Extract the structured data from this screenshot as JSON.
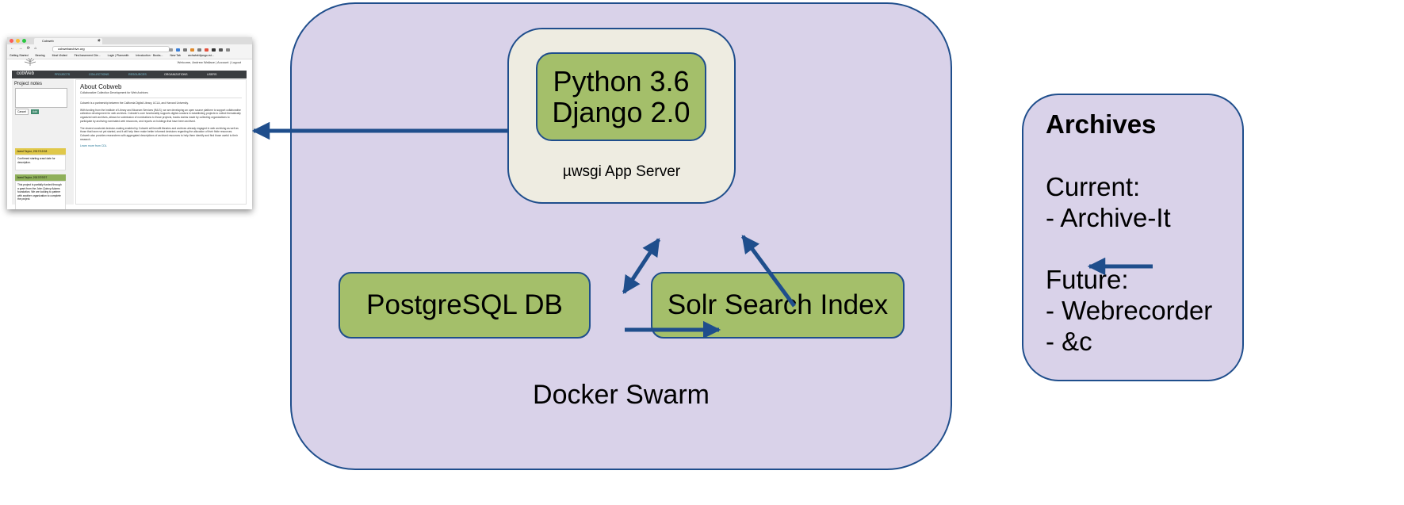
{
  "thumbnail": {
    "tab_title": "Cobweb",
    "url": "cobwebarchive.org",
    "bookmarks": [
      "Getting Started",
      "Bearing",
      "Most Visited",
      "Find basement Clie...",
      "Login | Plansmith",
      "Introduction · Books...",
      "New Tab",
      "archwbd/django-rst..."
    ],
    "welcome": "Welcome, Andrew Wallace  |  Account  |  Logout",
    "brand": "cobWeb",
    "nav_items": [
      "PROJECTS",
      "COLLECTIONS",
      "RESOURCES",
      "ORGANIZATIONS",
      "USERS"
    ],
    "project_notes_title": "Project notes",
    "cancel_label": "Cancel",
    "add_label": "Add",
    "notes": [
      {
        "author": "Jared Taylor, 2017/12/18",
        "text": "Confirmed starting crawl date for description."
      },
      {
        "author": "Jared Taylor, 2017/07/07",
        "text": "This project is partially funded through a grant from the John Quincy Adams foundation. We are looking to partner with another organization to complete the project."
      }
    ],
    "about_title": "About Cobweb",
    "about_subtitle": "Collaborative Collection Development for Web Archives",
    "about_p1": "Cobweb is a partnership between the California Digital Library, UCLA, and Harvard University.",
    "about_p2": "With funding from the Institute of Library and Museum Services (IMLS), we are developing an open source platform to support collaborative collection development for web archives. Cobweb's core functionality supports digital curators in establishing projects to collect thematically organized web archives, allows for submission of nominations to those projects, tracks claims made by collecting organizations to participate by archiving nominated web resources, and reports on holdings that have been archived.",
    "about_p3": "The shared curatorial decision-making enabled by Cobweb will benefit libraries and archives already engaged in web archiving as well as those that have not yet started, and it will help them make better informed decisions regarding the allocation of their finite resources. Cobweb also provides researchers with aggregated descriptions of archived resources to help them identify and find those useful to their research.",
    "learn_more": "Learn more from CDL"
  },
  "diagram": {
    "swarm_label": "Docker Swarm",
    "app_server_label": "µwsgi App Server",
    "python_line1": "Python 3.6",
    "python_line2": "Django 2.0",
    "postgres_label": "PostgreSQL DB",
    "solr_label": "Solr Search Index",
    "archives_title": "Archives",
    "archives_lines": [
      "Current:",
      "- Archive-It",
      "",
      "Future:",
      "- Webrecorder",
      "- &c"
    ]
  },
  "colors": {
    "swarm_fill": "#d9d2e9",
    "app_server_fill": "#eeece1",
    "component_fill": "#a4bf6a",
    "outline": "#1f4e8c",
    "arrow": "#1f4e8c"
  }
}
